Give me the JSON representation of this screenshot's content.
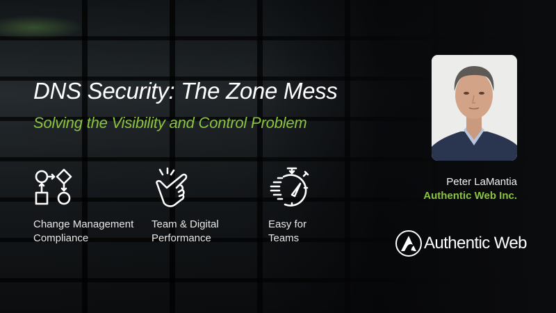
{
  "slide": {
    "title": "DNS Security: The Zone Mess",
    "subtitle": "Solving the Visibility and Control Problem",
    "features": [
      {
        "icon": "workflow-diagram-icon",
        "label_line1": "Change Management",
        "label_line2": "Compliance"
      },
      {
        "icon": "snap-fingers-hand-icon",
        "label_line1": "Team & Digital",
        "label_line2": "Performance"
      },
      {
        "icon": "fast-stopwatch-icon",
        "label_line1": "Easy for",
        "label_line2": "Teams"
      }
    ],
    "speaker": {
      "name": "Peter LaMantia",
      "company": "Authentic Web Inc."
    },
    "logo": {
      "text": "Authentic Web",
      "icon": "authentic-web-logo-icon"
    },
    "colors": {
      "accent": "#8bc53f",
      "text": "#ffffff",
      "background": "#0d0f12"
    }
  }
}
